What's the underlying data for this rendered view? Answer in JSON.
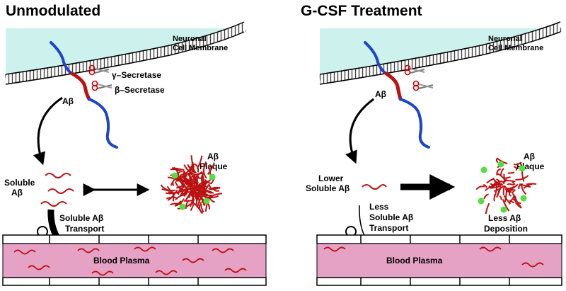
{
  "panels": {
    "left": {
      "title": "Unmodulated",
      "membrane_line1": "Neuronal",
      "membrane_line2": "Cell Membrane",
      "gamma_secretase": "γ–Secretase",
      "beta_secretase": "β–Secretase",
      "abeta": "Aβ",
      "soluble_line1": "Soluble",
      "soluble_line2": "Aβ",
      "plaque_line1": "Aβ",
      "plaque_line2": "Plaque",
      "transport_line1": "Soluble Aβ",
      "transport_line2": "Transport",
      "plasma": "Blood Plasma"
    },
    "right": {
      "title": "G-CSF Treatment",
      "membrane_line1": "Neuronal",
      "membrane_line2": "Cell Membrane",
      "abeta": "Aβ",
      "soluble_line1": "Lower",
      "soluble_line2": "Soluble Aβ",
      "plaque_line1": "Aβ",
      "plaque_line2": "Plaque",
      "transport_line1": "Less",
      "transport_line2": "Soluble Aβ",
      "transport_line3": "Transport",
      "deposition_line1": "Less Aβ",
      "deposition_line2": "Deposition",
      "plasma": "Blood Plasma"
    }
  },
  "colors": {
    "membrane_fill": "#cdf2ee",
    "plasma_fill": "#e5a2c4",
    "peptide_red": "#bb1111",
    "app_blue": "#1f44c8",
    "microglia_green": "#55dd44",
    "outline": "#000000"
  }
}
